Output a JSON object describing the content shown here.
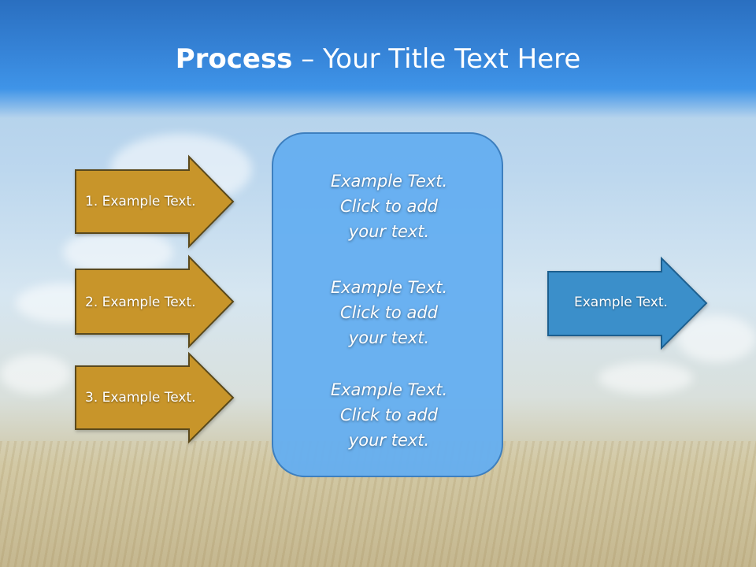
{
  "slide": {
    "title_bold": "Process",
    "title_rest": " – Your Title Text Here"
  },
  "left_arrows": [
    {
      "label": "1. Example Text."
    },
    {
      "label": "2. Example Text."
    },
    {
      "label": "3. Example Text."
    }
  ],
  "center_box": {
    "blocks": [
      {
        "lines": [
          "Example Text.",
          "Click  to add",
          "your text."
        ]
      },
      {
        "lines": [
          "Example Text.",
          "Click  to add",
          "your text."
        ]
      },
      {
        "lines": [
          "Example Text.",
          "Click  to add",
          "your text."
        ]
      }
    ]
  },
  "right_arrow": {
    "label": "Example Text."
  },
  "colors": {
    "title_band": "#3684d8",
    "left_arrow_fill": "#c8952a",
    "left_arrow_stroke": "#5a4a1a",
    "center_box_fill": "#64aef0",
    "right_arrow_fill": "#3a8fca",
    "right_arrow_stroke": "#1f5f8f"
  }
}
